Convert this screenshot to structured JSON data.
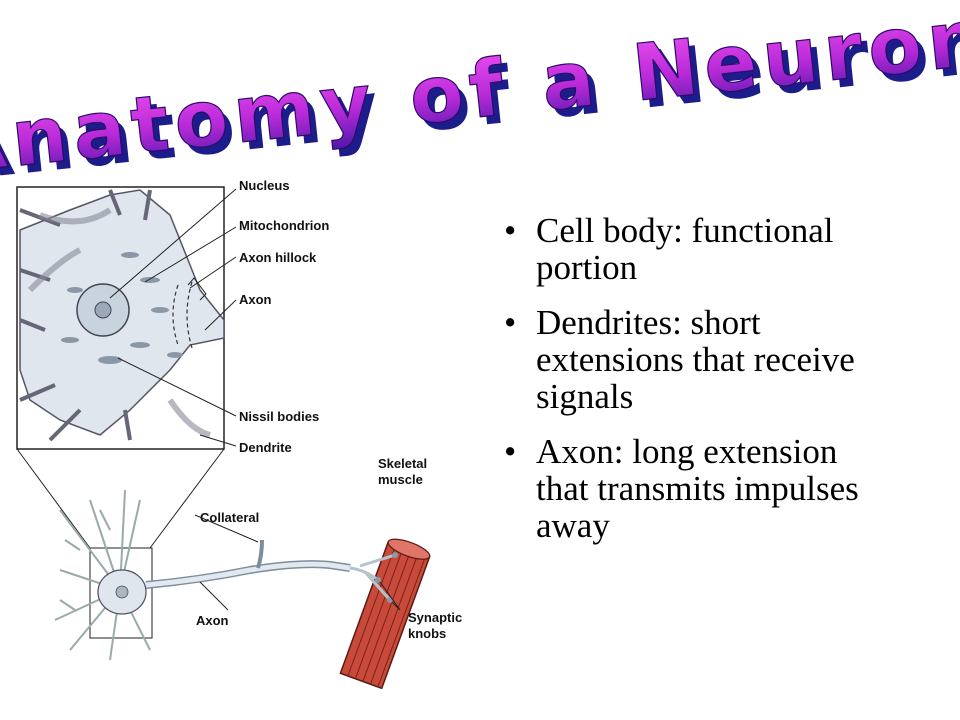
{
  "slide": {
    "title": "Anatomy of a Neuron",
    "colors": {
      "title_top": "#e233e6",
      "title_bottom": "#5c1bb8",
      "title_shadow": "#1c1c8a"
    }
  },
  "diagram": {
    "labels": {
      "nucleus": "Nucleus",
      "mitochondrion": "Mitochondrion",
      "axon_hillock": "Axon hillock",
      "axon_top": "Axon",
      "nissil_bodies": "Nissil bodies",
      "dendrite": "Dendrite",
      "collateral": "Collateral",
      "axon_bottom": "Axon",
      "skeletal_muscle_1": "Skeletal",
      "skeletal_muscle_2": "muscle",
      "synaptic_knobs_1": "Synaptic",
      "synaptic_knobs_2": "knobs"
    }
  },
  "bullets": [
    {
      "line1": "Cell body: functional",
      "line2": "portion",
      "line3": ""
    },
    {
      "line1": "Dendrites: short",
      "line2": "extensions that receive",
      "line3": "signals"
    },
    {
      "line1": "Axon: long extension",
      "line2": "that transmits impulses",
      "line3": "away"
    }
  ]
}
